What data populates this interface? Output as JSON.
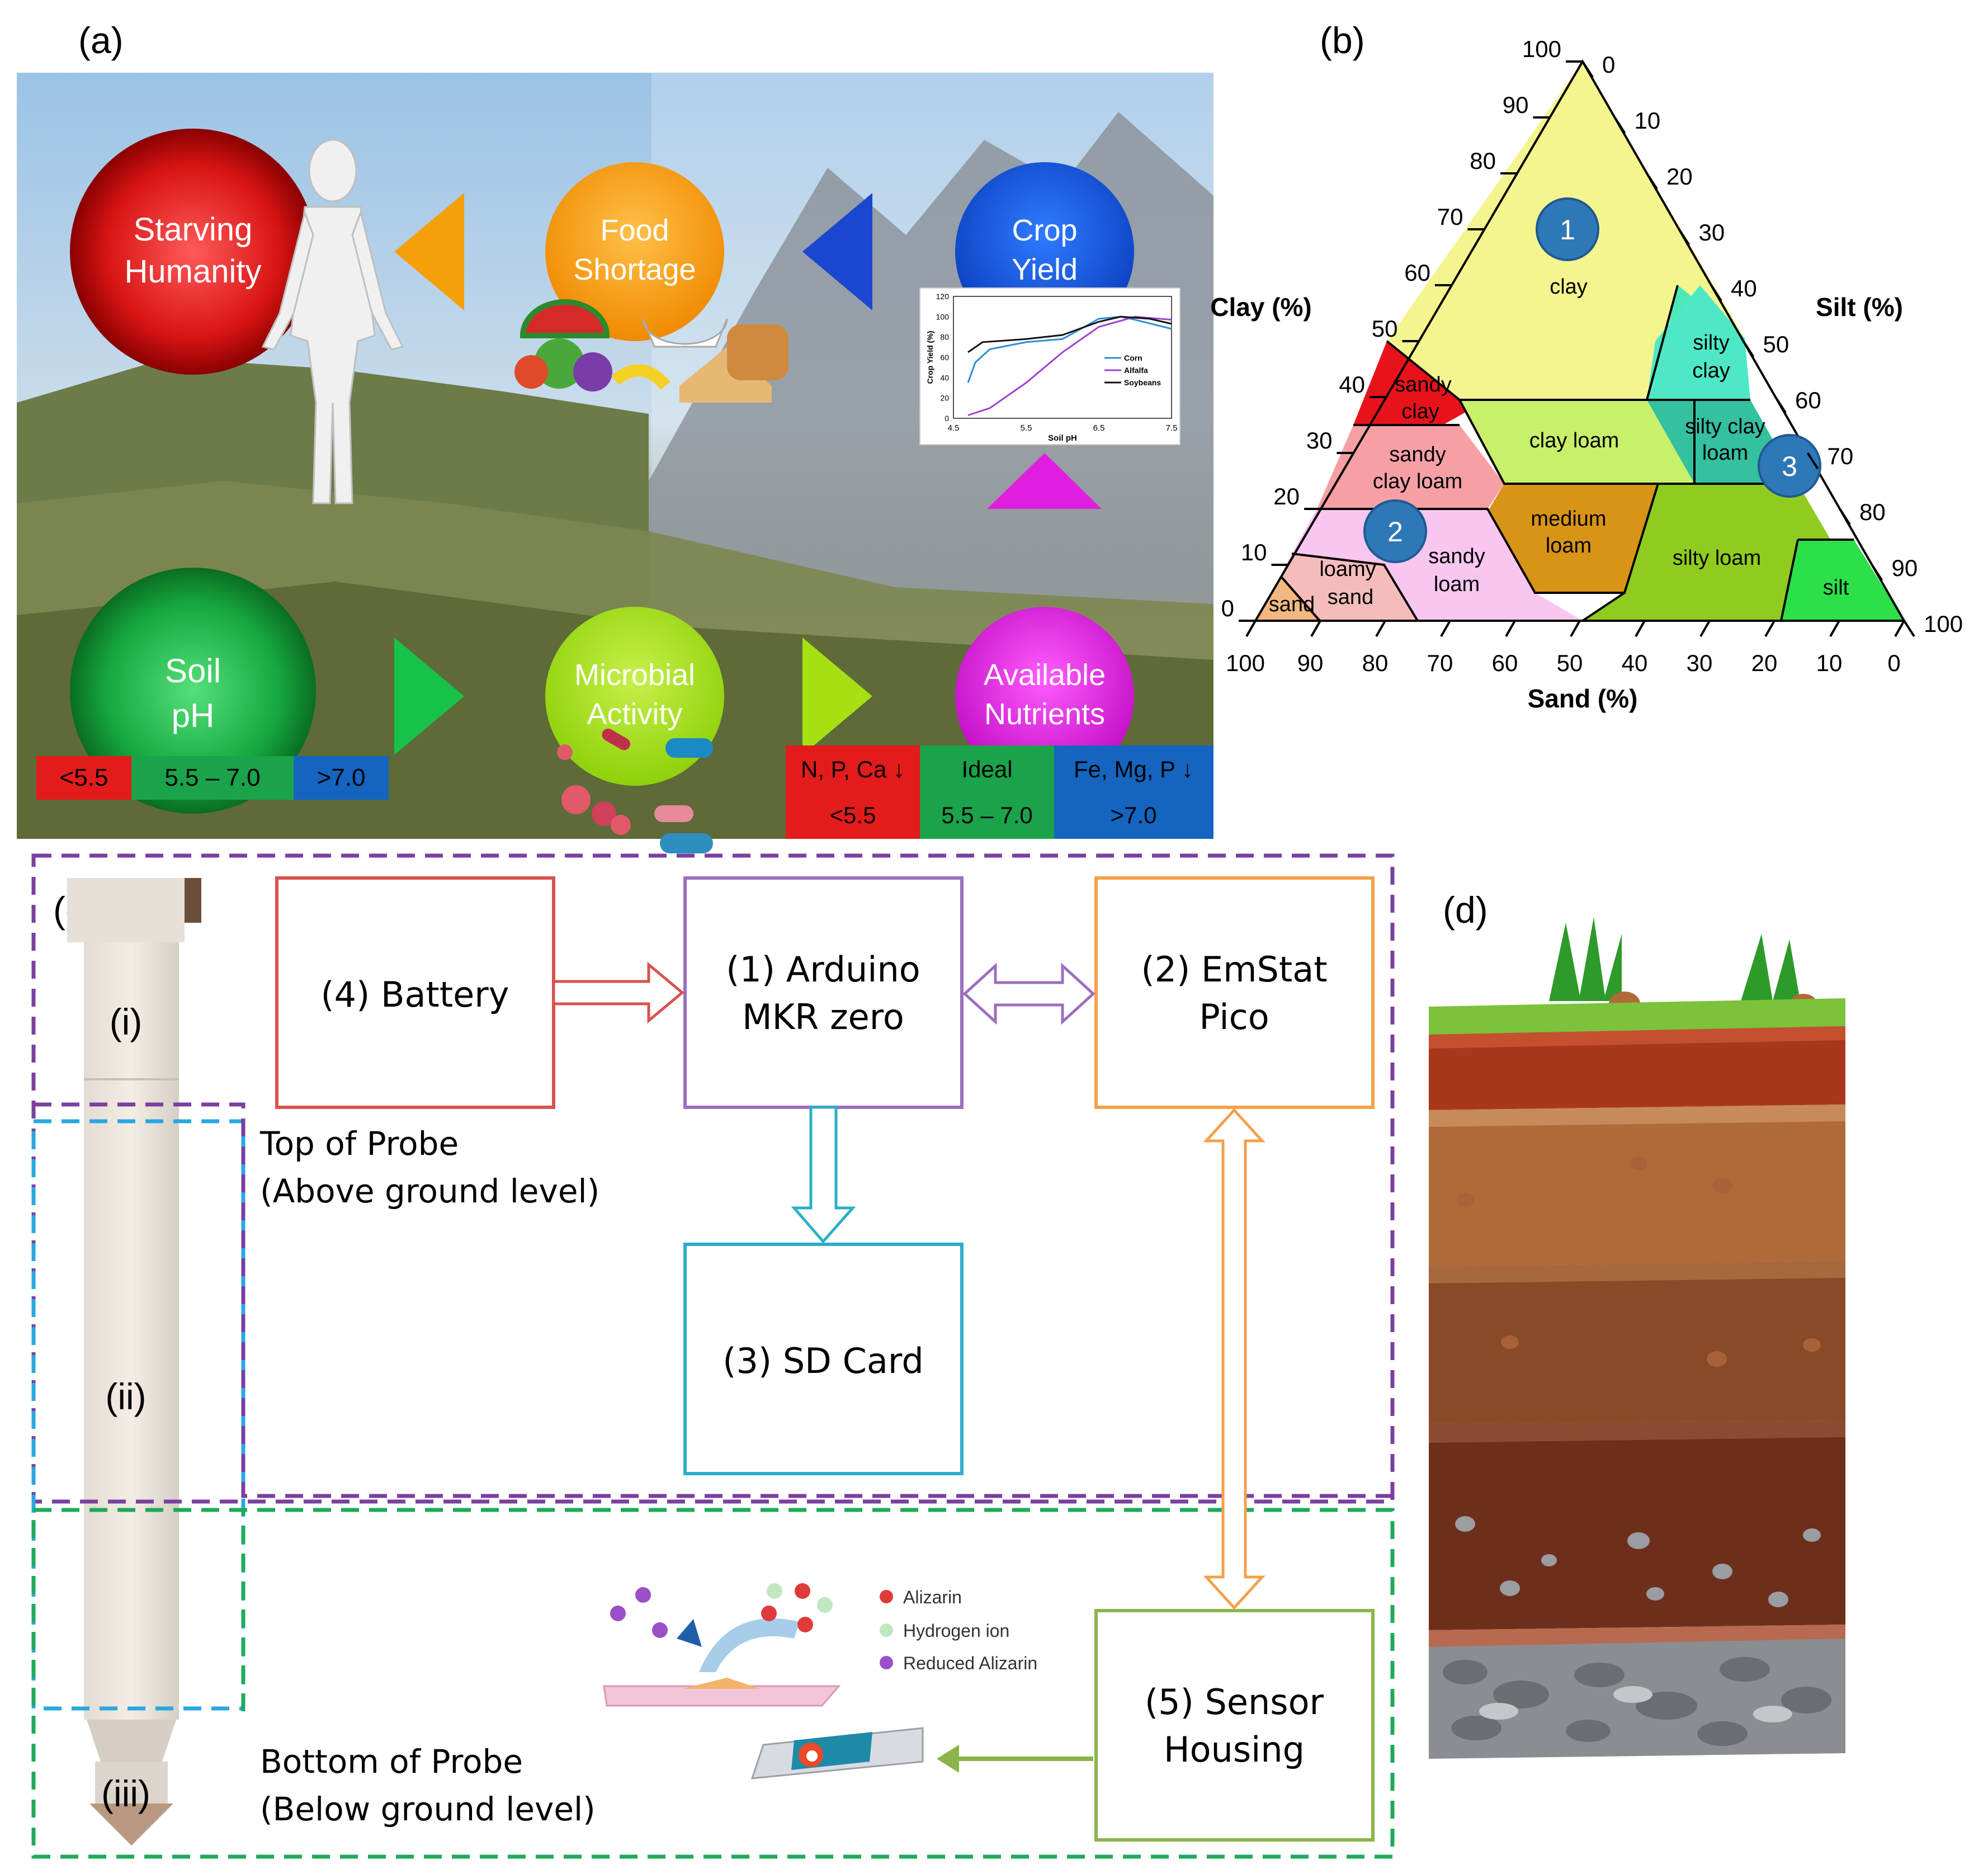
{
  "panel_labels": {
    "a": "(a)",
    "b": "(b)",
    "c": "(c)",
    "d": "(d)"
  },
  "panel_a": {
    "starving": [
      "Starving",
      "Humanity"
    ],
    "food": [
      "Food",
      "Shortage"
    ],
    "crop": [
      "Crop",
      "Yield"
    ],
    "soil": [
      "Soil",
      "pH"
    ],
    "microbial": [
      "Microbial",
      "Activity"
    ],
    "nutrients": [
      "Available",
      "Nutrients"
    ],
    "ph_bar": [
      "<5.5",
      "5.5 – 7.0",
      ">7.0"
    ],
    "nutrient_table": {
      "top": [
        "N, P, Ca ↓",
        "Ideal",
        "Fe, Mg, P ↓"
      ],
      "bottom": [
        "<5.5",
        "5.5 – 7.0",
        ">7.0"
      ]
    },
    "colors": {
      "red": "#e41b1b",
      "green": "#1aa34a",
      "blue": "#1565c0",
      "orange": "#f59c0a",
      "magenta": "#e11ce0",
      "lime": "#9ee21a"
    }
  },
  "inset_chart": {
    "type": "line",
    "xlabel": "Soil pH",
    "ylabel": "Crop Yield (%)",
    "xticks": [
      "4.5",
      "5.5",
      "6.5",
      "7.5"
    ],
    "yticks": [
      "0",
      "20",
      "40",
      "60",
      "80",
      "100",
      "120"
    ],
    "xlim": [
      4.5,
      7.5
    ],
    "ylim": [
      0,
      120
    ],
    "series": [
      {
        "name": "Corn",
        "color": "#2b8fd6",
        "points": [
          [
            4.7,
            35
          ],
          [
            4.8,
            55
          ],
          [
            5.0,
            68
          ],
          [
            5.5,
            75
          ],
          [
            6.0,
            78
          ],
          [
            6.5,
            98
          ],
          [
            6.8,
            100
          ],
          [
            7.0,
            97
          ],
          [
            7.5,
            88
          ]
        ]
      },
      {
        "name": "Alfalfa",
        "color": "#a040d0",
        "points": [
          [
            4.7,
            3
          ],
          [
            5.0,
            10
          ],
          [
            5.5,
            35
          ],
          [
            6.0,
            65
          ],
          [
            6.5,
            90
          ],
          [
            7.0,
            100
          ],
          [
            7.5,
            97
          ]
        ]
      },
      {
        "name": "Soybeans",
        "color": "#111111",
        "points": [
          [
            4.7,
            65
          ],
          [
            4.9,
            75
          ],
          [
            5.5,
            78
          ],
          [
            6.0,
            82
          ],
          [
            6.5,
            95
          ],
          [
            6.8,
            100
          ],
          [
            7.2,
            98
          ],
          [
            7.5,
            93
          ]
        ]
      }
    ]
  },
  "panel_b": {
    "axis_clay": "Clay (%)",
    "axis_silt": "Silt (%)",
    "axis_sand": "Sand (%)",
    "clay_ticks": [
      "0",
      "10",
      "20",
      "30",
      "40",
      "50",
      "60",
      "70",
      "80",
      "90",
      "100"
    ],
    "silt_ticks": [
      "0",
      "10",
      "20",
      "30",
      "40",
      "50",
      "60",
      "70",
      "80",
      "90",
      "100"
    ],
    "sand_ticks": [
      "100",
      "90",
      "80",
      "70",
      "60",
      "50",
      "40",
      "30",
      "20",
      "10",
      "0"
    ],
    "regions": {
      "clay": [
        "clay"
      ],
      "silty_clay": [
        "silty",
        "clay"
      ],
      "sandy_clay": [
        "sandy",
        "clay"
      ],
      "clay_loam": [
        "clay loam"
      ],
      "silty_clay_loam": [
        "silty clay",
        "loam"
      ],
      "sandy_clay_loam": [
        "sandy",
        "clay loam"
      ],
      "medium_loam": [
        "medium",
        "loam"
      ],
      "silty_loam": [
        "silty loam"
      ],
      "sandy_loam": [
        "sandy",
        "loam"
      ],
      "loamy_sand": [
        "loamy",
        "sand"
      ],
      "sand": [
        "sand"
      ],
      "silt": [
        "silt"
      ]
    },
    "markers": [
      "1",
      "2",
      "3"
    ]
  },
  "panel_c": {
    "probe_labels": [
      "(i)",
      "(ii)",
      "(iii)"
    ],
    "battery": [
      "(4) Battery"
    ],
    "arduino": [
      "(1) Arduino",
      "MKR zero"
    ],
    "emstat": [
      "(2) EmStat",
      "Pico"
    ],
    "sdcard": [
      "(3) SD Card"
    ],
    "sensor": [
      "(5) Sensor",
      "Housing"
    ],
    "top_label": [
      "Top of Probe",
      "(Above ground level)"
    ],
    "bottom_label": [
      "Bottom of Probe",
      "(Below ground level)"
    ],
    "legend": [
      "Alizarin",
      "Hydrogen ion",
      "Reduced Alizarin"
    ],
    "colors": {
      "battery": "#d9534f",
      "arduino": "#9b6fc0",
      "emstat": "#f5a04a",
      "sdcard": "#2bafc8",
      "sensor": "#8ab54a",
      "purple_dash": "#7b3fa0",
      "blue_dash": "#29a8e0",
      "green_dash": "#1eaa5a"
    }
  }
}
